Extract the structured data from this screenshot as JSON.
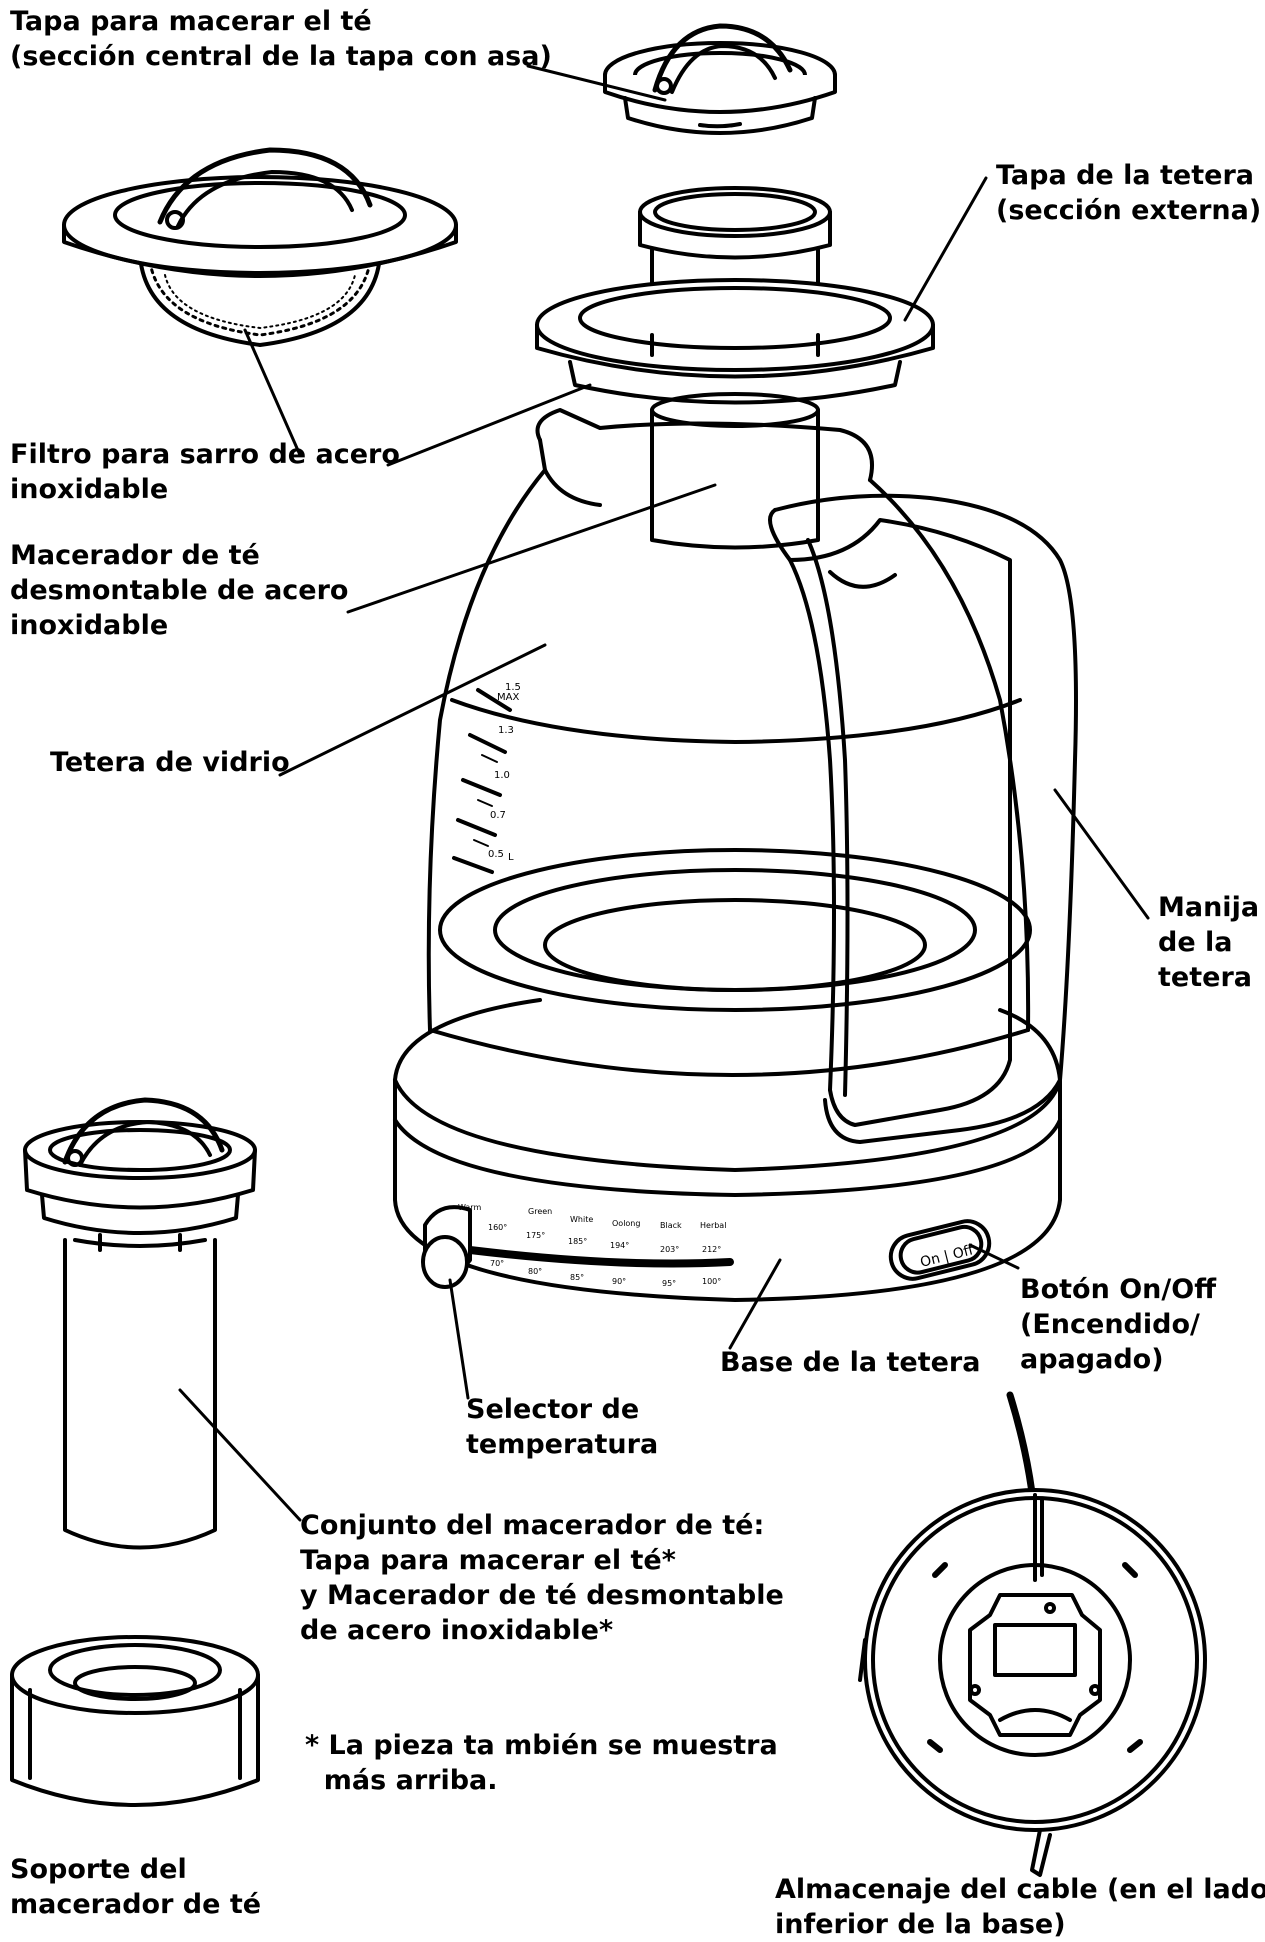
{
  "labels": {
    "steeper_lid": [
      "Tapa para macerar el té",
      "(sección central de la tapa con asa)"
    ],
    "kettle_lid": [
      "Tapa de la tetera",
      "(sección externa)"
    ],
    "scale_filter": [
      "Filtro para sarro de acero",
      "inoxidable"
    ],
    "infuser": [
      "Macerador de té",
      "desmontable de acero",
      "inoxidable"
    ],
    "glass_kettle": [
      "Tetera de vidrio"
    ],
    "handle": [
      "Manija",
      "de la",
      "tetera"
    ],
    "on_off": [
      "Botón On/Off",
      "(Encendido/",
      "apagado)"
    ],
    "base": [
      "Base de la tetera"
    ],
    "temp_selector": [
      "Selector de",
      "temperatura"
    ],
    "infuser_assembly": [
      "Conjunto del macerador de té:",
      "Tapa para macerar el té*",
      "y Macerador de té desmontable",
      "de acero inoxidable*"
    ],
    "footnote": [
      "* La pieza ta mbién se muestra",
      "  más arriba."
    ],
    "infuser_stand": [
      "Soporte del",
      "macerador de té"
    ],
    "cord_storage": [
      "Almacenaje del cable (en el lado",
      "inferior de la base)"
    ]
  },
  "kettle_markings": {
    "volumes": [
      "1.5",
      "1.3",
      "1.0",
      "0.7",
      "0.5"
    ],
    "max": "MAX",
    "unit": "L"
  },
  "dial": {
    "names": [
      "Warm",
      "Green",
      "White",
      "Oolong",
      "Black",
      "Herbal"
    ],
    "fahrenheit": [
      "160°",
      "175°",
      "185°",
      "194°",
      "203°",
      "212°"
    ],
    "celsius": [
      "70°",
      "80°",
      "85°",
      "90°",
      "95°",
      "100°"
    ]
  },
  "button_text": "On | Off"
}
